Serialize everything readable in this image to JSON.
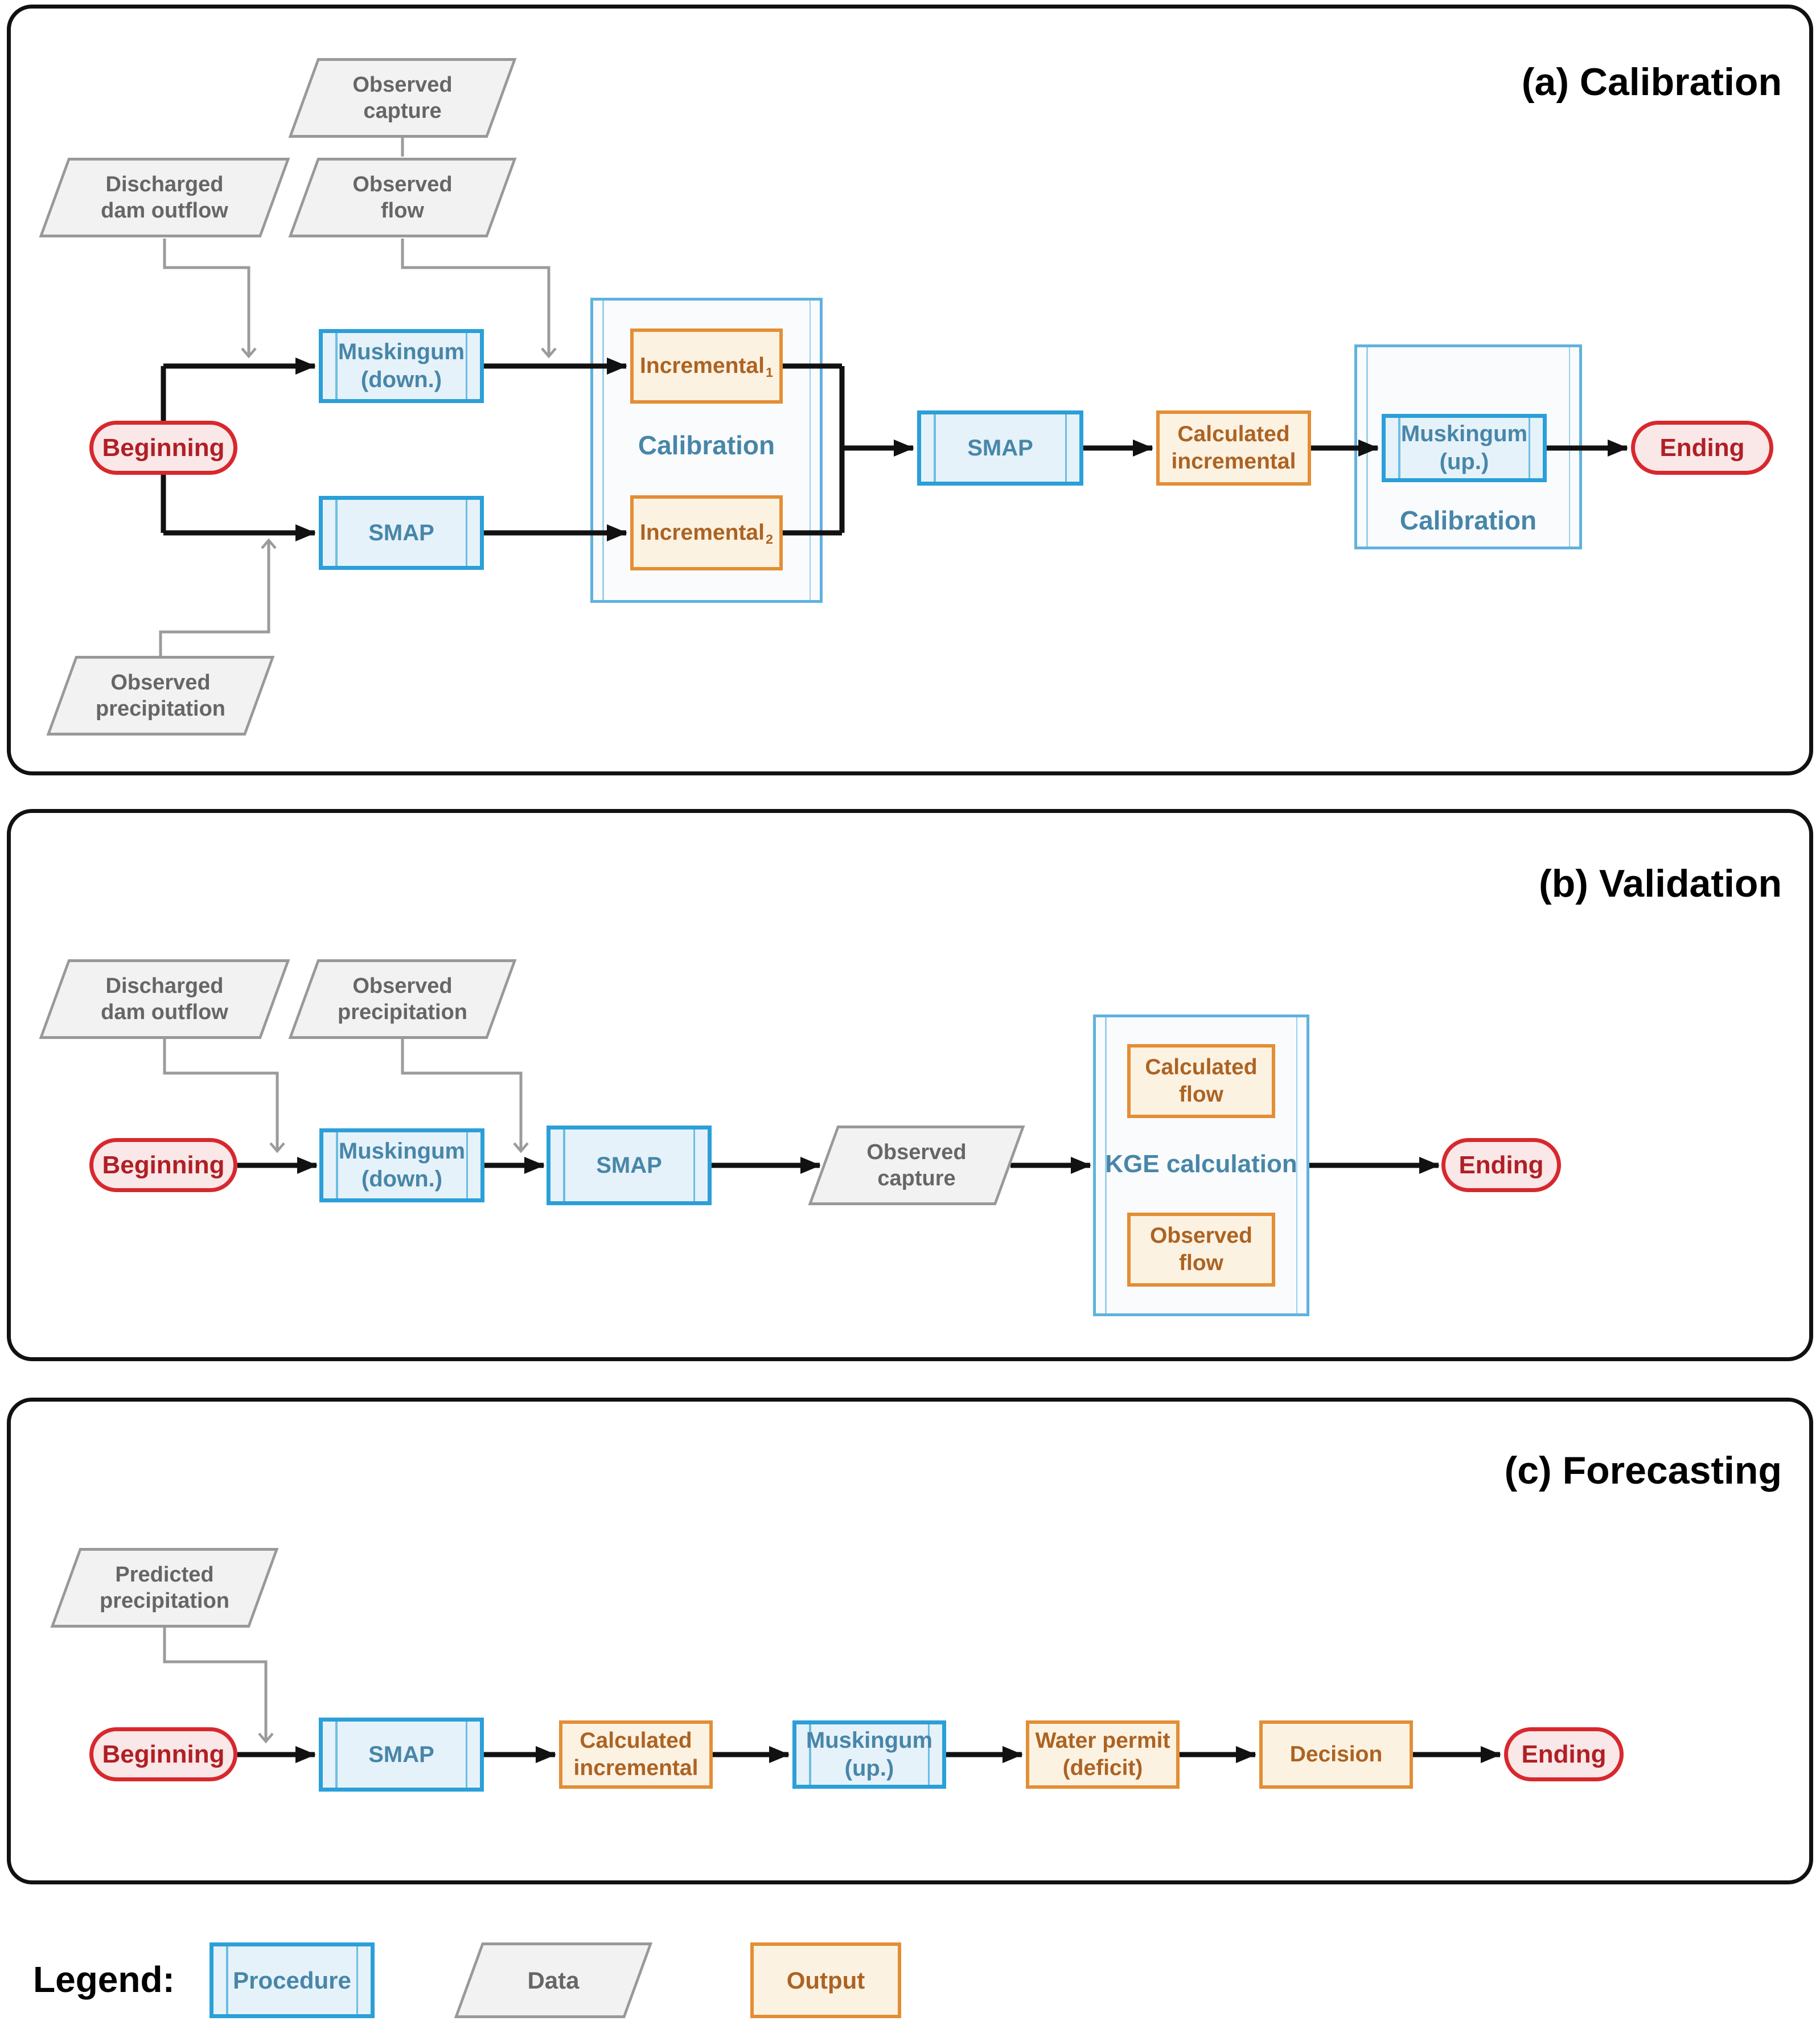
{
  "colors": {
    "procedure_border": "#2B9FD8",
    "procedure_fill": "#E6F2F9",
    "procedure_text": "#4786A9",
    "container_border": "#5FB2DF",
    "container_fill": "#FAFBFC",
    "output_border": "#E38E35",
    "output_fill": "#FCF2E2",
    "output_text": "#AC6323",
    "terminal_border": "#D7282E",
    "terminal_fill": "#FAE7E8",
    "terminal_text": "#B01F24",
    "data_border": "#999999",
    "data_fill": "#F2F2F2",
    "data_text": "#666666",
    "arrow_black": "#111111",
    "arrow_gray": "#9B9B9B"
  },
  "panels": {
    "a": {
      "title": "(a) Calibration",
      "observed_capture": "Observed\ncapture",
      "discharged_dam_outflow": "Discharged\ndam outflow",
      "observed_flow": "Observed\nflow",
      "beginning": "Beginning",
      "muskingum_down": "Muskingum\n(down.)",
      "smap1": "SMAP",
      "incremental1": {
        "base": "Incremental",
        "sub": "1"
      },
      "incremental2": {
        "base": "Incremental",
        "sub": "2"
      },
      "calibration_label1": "Calibration",
      "smap2": "SMAP",
      "calculated_incremental": "Calculated\nincremental",
      "muskingum_up": "Muskingum\n(up.)",
      "calibration_label2": "Calibration",
      "ending": "Ending",
      "observed_precipitation": "Observed\nprecipitation"
    },
    "b": {
      "title": "(b) Validation",
      "discharged_dam_outflow": "Discharged\ndam outflow",
      "observed_precipitation": "Observed\nprecipitation",
      "beginning": "Beginning",
      "muskingum_down": "Muskingum\n(down.)",
      "smap": "SMAP",
      "observed_capture": "Observed\ncapture",
      "calculated_flow": "Calculated\nflow",
      "kge_label": "KGE calculation",
      "observed_flow": "Observed\nflow",
      "ending": "Ending"
    },
    "c": {
      "title": "(c) Forecasting",
      "predicted_precipitation": "Predicted\nprecipitation",
      "beginning": "Beginning",
      "smap": "SMAP",
      "calculated_incremental": "Calculated\nincremental",
      "muskingum_up": "Muskingum\n(up.)",
      "water_permit": "Water permit\n(deficit)",
      "decision": "Decision",
      "ending": "Ending"
    }
  },
  "legend": {
    "title": "Legend:",
    "procedure": "Procedure",
    "data": "Data",
    "output": "Output"
  }
}
